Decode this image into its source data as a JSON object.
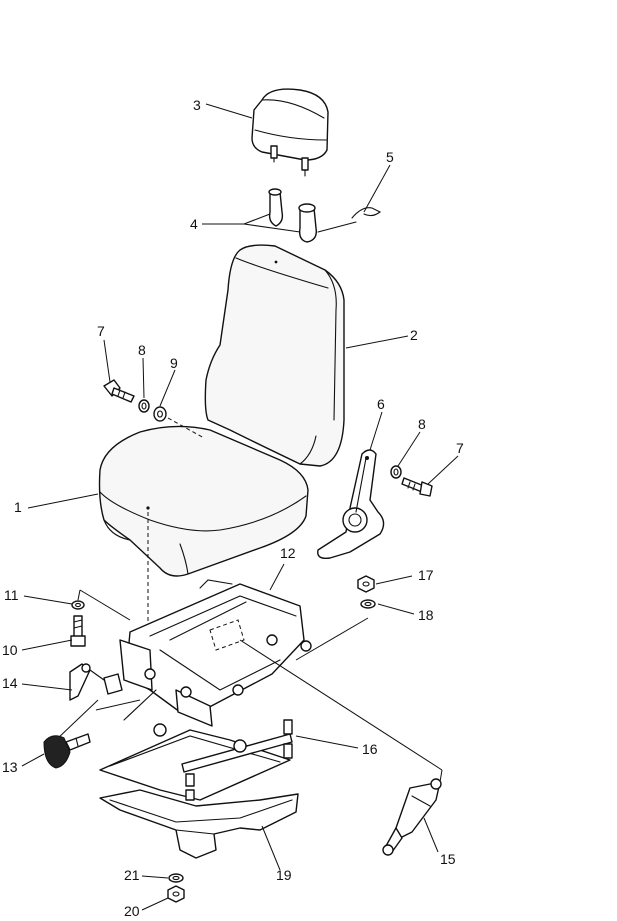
{
  "labels": [
    "1",
    "2",
    "3",
    "4",
    "5",
    "6",
    "7",
    "8",
    "9",
    "7",
    "8",
    "10",
    "11",
    "12",
    "13",
    "14",
    "15",
    "16",
    "17",
    "18",
    "19",
    "20",
    "21"
  ]
}
